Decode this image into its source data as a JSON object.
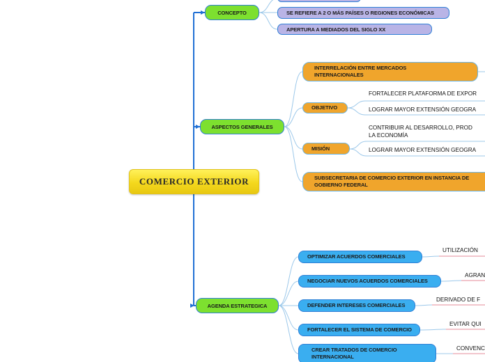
{
  "root": {
    "label": "COMERCIO EXTERIOR"
  },
  "concepto": {
    "label": "CONCEPTO",
    "items": [
      "SE REFIERE A 2 O MÁS PAÍSES O REGIONES ECONÓMICAS",
      "APERTURA A MEDIADOS DEL SIGLO XX"
    ]
  },
  "aspectos": {
    "label": "ASPECTOS GENERALES",
    "interrelacion": "INTERRELACIÓN ENTRE MERCADOS INTERNACIONALES",
    "objetivo": {
      "label": "OBJETIVO",
      "items": [
        "FORTALECER PLATAFORMA DE EXPOR",
        "LOGRAR MAYOR EXTENSIÓN GEOGRA"
      ]
    },
    "mision": {
      "label": "MISIÓN",
      "items": [
        "CONTRIBUIR AL DESARROLLO, PROD",
        "LA ECONOMÍA",
        "LOGRAR MAYOR EXTENSIÓN GEOGRA"
      ]
    },
    "subsecretaria": "SUBSECRETARIA DE COMERCIO EXTERIOR EN INSTANCIA DE GOBIERNO FEDERAL"
  },
  "agenda": {
    "label": "AGENDA ESTRATEGICA",
    "items": [
      {
        "label": "OPTIMIZAR ACUERDOS  COMERCIALES",
        "note": "UTILIZACIÓN"
      },
      {
        "label": "NEGOCIAR NUEVOS ACUERDOS COMERCIALES",
        "note": "AGRAN"
      },
      {
        "label": "DEFENDER INTERESES COMERCIALES",
        "note": "DERIVADO DE F"
      },
      {
        "label": "FORTALECER EL SISTEMA DE COMERCIO",
        "note": "EVITAR QUI"
      },
      {
        "label": "CREAR TRATADOS DE COMERCIO INTERNACIONAL",
        "note": "CONVENC"
      }
    ]
  },
  "colors": {
    "trunk": "#1f6fd4",
    "branch": "#9cc8ea",
    "note_line": "#e58b9a",
    "green": "#7de02f",
    "lavender": "#b9b4e6",
    "orange": "#f0a52c",
    "blue": "#3aaef0",
    "root": "#f4d81d"
  }
}
